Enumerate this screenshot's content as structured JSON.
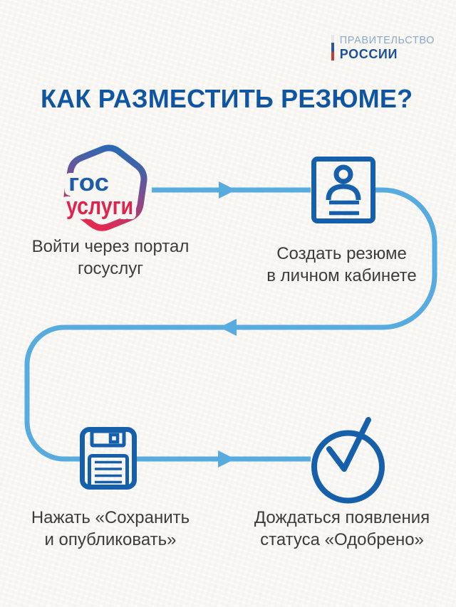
{
  "title": "КАК РАЗМЕСТИТЬ РЕЗЮМЕ?",
  "government_logo": {
    "line1": "ПРАВИТЕЛЬСТВО",
    "line2": "РОССИИ"
  },
  "gosuslugi_logo": {
    "top_text": "гос",
    "bottom_text": "услуги"
  },
  "steps": [
    {
      "icon": "gosuslugi-logo",
      "caption_line1": "Войти через портал",
      "caption_line2": "госуслуг"
    },
    {
      "icon": "resume-document-icon",
      "caption_line1": "Создать резюме",
      "caption_line2": "в личном кабинете"
    },
    {
      "icon": "floppy-save-icon",
      "caption_line1": "Нажать «Сохранить",
      "caption_line2": "и опубликовать»"
    },
    {
      "icon": "check-circle-icon",
      "caption_line1": "Дождаться появления",
      "caption_line2": "статуса «Одобрено»"
    }
  ],
  "colors": {
    "background": "#f7f6f2",
    "accent_light_blue": "#58abdf",
    "icon_dark_blue": "#155fab",
    "title_blue": "#0f55a2",
    "caption_text": "#3c3c3c",
    "gosuslugi_blue": "#2a6ab3",
    "gosuslugi_red": "#e7284f",
    "gov_logo_light": "#8fa8c6",
    "gov_logo_dark": "#1b4f96"
  }
}
